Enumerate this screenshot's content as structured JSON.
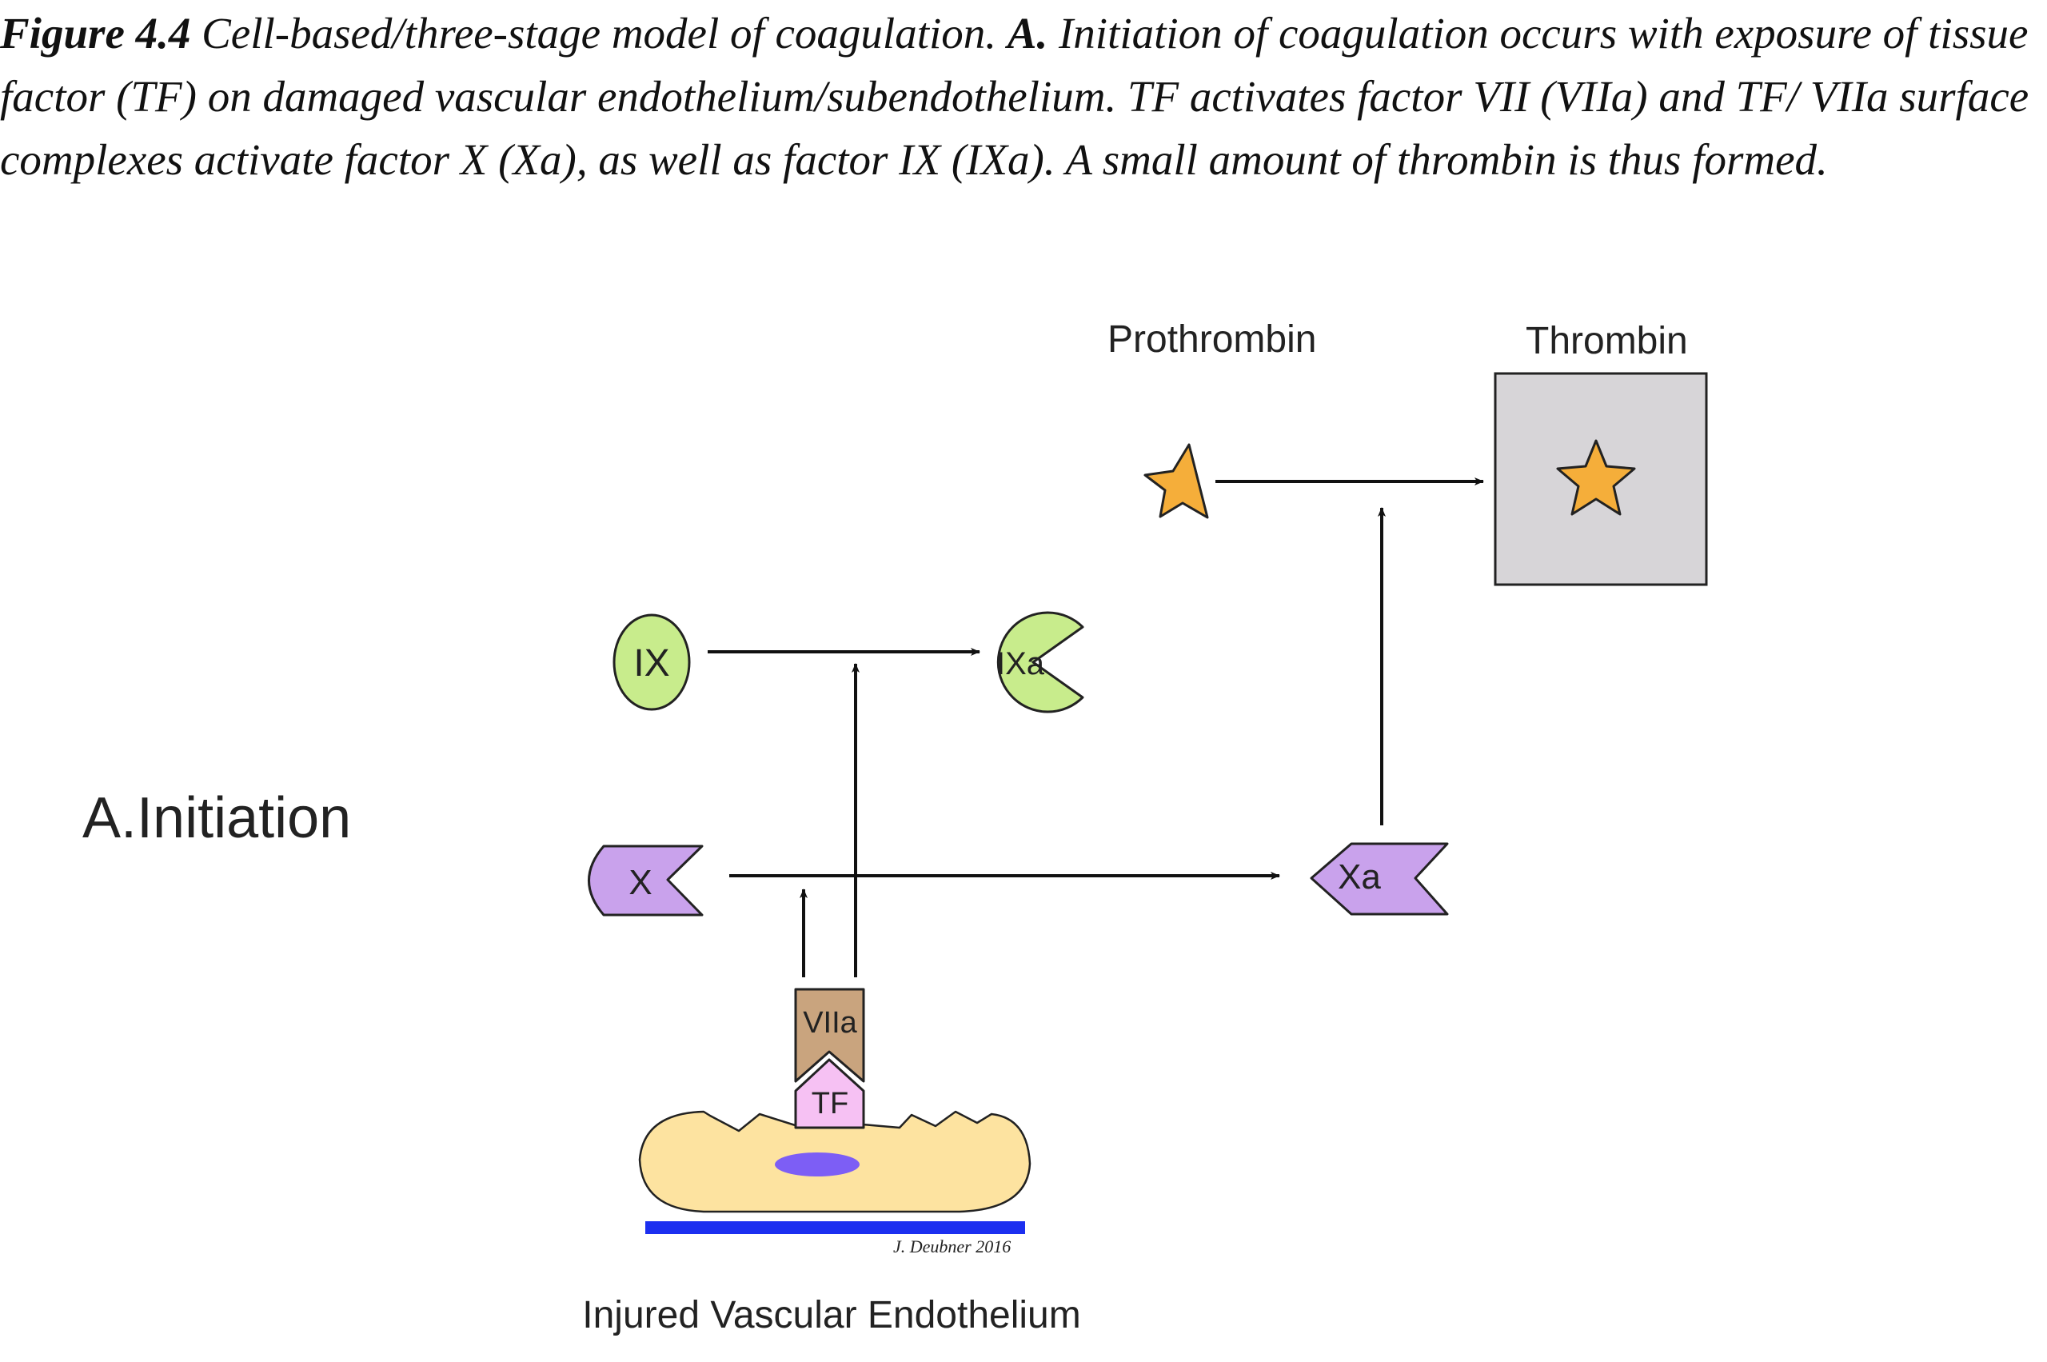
{
  "caption": {
    "figure_label": "Figure 4.4",
    "text_1": " Cell-based/three-stage model of coagulation. ",
    "panel_label": "A.",
    "text_2": " Initiation of coagulation occurs with exposure of tissue factor (TF) on damaged vascular endothelium/subendothelium. TF activates factor VII (VIIa) and TF/ VIIa surface complexes activate factor X (Xa), as well as factor IX (IXa). A small amount of thrombin is thus formed."
  },
  "diagram": {
    "stage_label": "A.Initiation",
    "prothrombin_label": "Prothrombin",
    "thrombin_label": "Thrombin",
    "ix_label": "IX",
    "ixa_label": "IXa",
    "x_label": "X",
    "xa_label": "Xa",
    "viia_label": "VIIa",
    "tf_label": "TF",
    "endothelium_label": "Injured Vascular Endothelium",
    "credit": "J. Deubner 2016",
    "colors": {
      "ix_green": "#c8ec8c",
      "x_purple": "#c9a2ec",
      "star_orange": "#f5ae3a",
      "thrombin_box": "#d7d5d8",
      "viia_tan": "#c9a47e",
      "tf_pink": "#f6c1f3",
      "cell_yellow": "#fde3a0",
      "nucleus": "#7d5ef5",
      "membrane_blue": "#1c2ff0"
    }
  }
}
